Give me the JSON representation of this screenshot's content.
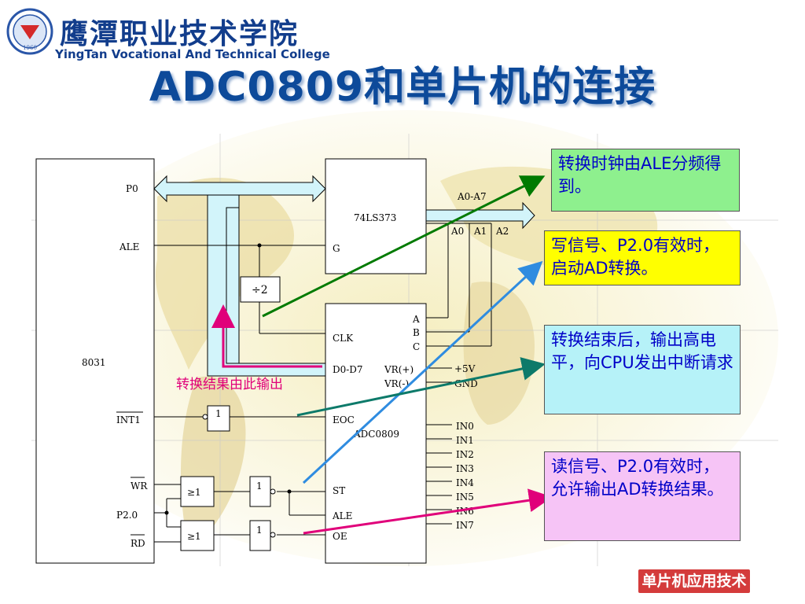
{
  "header": {
    "logo_cn": "鹰潭职业技术学院",
    "logo_en": "YingTan Vocational And Technical College",
    "logo_year": "1960",
    "title": "ADC0809和单片机的连接"
  },
  "chips": {
    "mcu": {
      "name": "8031",
      "pins": {
        "p0": "P0",
        "ale": "ALE",
        "int1": "INT1",
        "wr": "WR",
        "p20": "P2.0",
        "rd": "RD"
      }
    },
    "latch": {
      "name": "74LS373",
      "g": "G"
    },
    "adc": {
      "name": "ADC0809",
      "left_pins": {
        "clk": "CLK",
        "d0d7": "D0-D7",
        "eoc": "EOC",
        "st": "ST",
        "ale": "ALE",
        "oe": "OE"
      },
      "addr_pins": [
        "A",
        "B",
        "C"
      ],
      "vr_plus": "VR(+)",
      "vr_minus": "VR(-)",
      "inputs": [
        "IN0",
        "IN1",
        "IN2",
        "IN3",
        "IN4",
        "IN5",
        "IN6",
        "IN7"
      ]
    }
  },
  "labels": {
    "bus": "A0-A7",
    "a0": "A0",
    "a1": "A1",
    "a2": "A2",
    "div2": "÷2",
    "not": "1",
    "or": "≥1",
    "plus5v": "+5V",
    "gnd": "GND",
    "result_output": "转换结果由此输出"
  },
  "notes": {
    "clock": "转换时钟由ALE分频得到。",
    "write": "写信号、P2.0有效时，启动AD转换。",
    "eoc": "转换结束后，输出高电平，向CPU发出中断请求",
    "read": "读信号、P2.0有效时，允许输出AD转换结果。"
  },
  "footer": "单片机应用技术",
  "colors": {
    "title": "#0d4a9a",
    "note_text": "#0000c8",
    "clock_bg": "#8ef08e",
    "write_bg": "#ffff00",
    "eoc_bg": "#b6f2f8",
    "read_bg": "#f6c4f6",
    "pink": "#e0007a",
    "green_line": "#007a00",
    "blue_line": "#2f8ce0",
    "teal_line": "#0d7a6a"
  }
}
